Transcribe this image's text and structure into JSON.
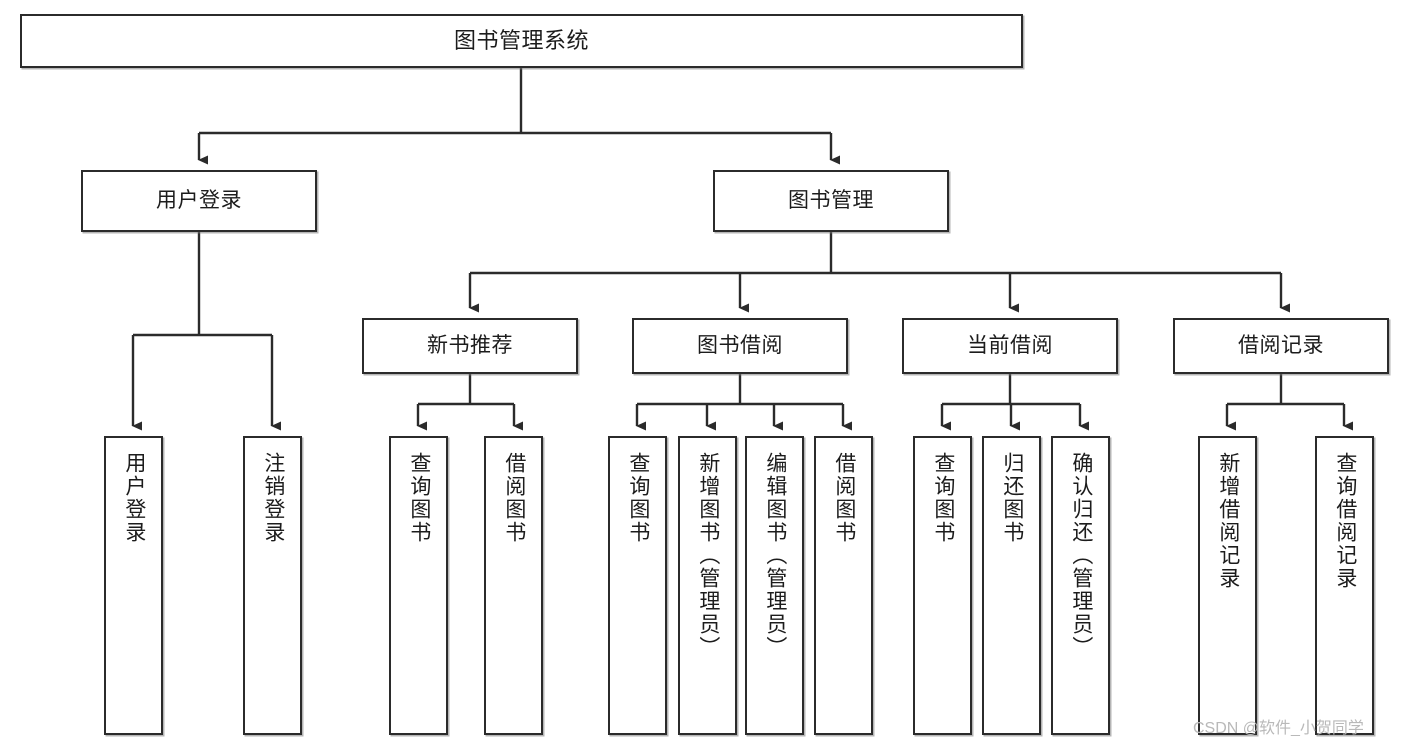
{
  "diagram": {
    "title": "图书管理系统",
    "type": "tree-hierarchy-chart",
    "root": {
      "id": "root",
      "label": "图书管理系统",
      "orientation": "horizontal"
    },
    "level2": [
      {
        "id": "user-login",
        "label": "用户登录",
        "orientation": "horizontal"
      },
      {
        "id": "book-management",
        "label": "图书管理",
        "orientation": "horizontal"
      }
    ],
    "level3": [
      {
        "id": "new-book-recommend",
        "label": "新书推荐",
        "orientation": "horizontal",
        "parent": "book-management"
      },
      {
        "id": "book-borrow",
        "label": "图书借阅",
        "orientation": "horizontal",
        "parent": "book-management"
      },
      {
        "id": "current-borrow",
        "label": "当前借阅",
        "orientation": "horizontal",
        "parent": "book-management"
      },
      {
        "id": "borrow-record",
        "label": "借阅记录",
        "orientation": "horizontal",
        "parent": "book-management"
      }
    ],
    "leaves": [
      {
        "id": "leaf-user-login",
        "label": "用户登录",
        "orientation": "vertical",
        "parent": "user-login"
      },
      {
        "id": "leaf-logout-login",
        "label": "注销登录",
        "orientation": "vertical",
        "parent": "user-login"
      },
      {
        "id": "leaf-query-book-1",
        "label": "查询图书",
        "orientation": "vertical",
        "parent": "new-book-recommend"
      },
      {
        "id": "leaf-borrow-book-1",
        "label": "借阅图书",
        "orientation": "vertical",
        "parent": "new-book-recommend"
      },
      {
        "id": "leaf-query-book-2",
        "label": "查询图书",
        "orientation": "vertical",
        "parent": "book-borrow"
      },
      {
        "id": "leaf-add-book",
        "label": "新增图书（管理员）",
        "orientation": "vertical",
        "parent": "book-borrow"
      },
      {
        "id": "leaf-edit-book",
        "label": "编辑图书（管理员）",
        "orientation": "vertical",
        "parent": "book-borrow"
      },
      {
        "id": "leaf-borrow-book-2",
        "label": "借阅图书",
        "orientation": "vertical",
        "parent": "book-borrow"
      },
      {
        "id": "leaf-query-book-3",
        "label": "查询图书",
        "orientation": "vertical",
        "parent": "current-borrow"
      },
      {
        "id": "leaf-return-book",
        "label": "归还图书",
        "orientation": "vertical",
        "parent": "current-borrow"
      },
      {
        "id": "leaf-confirm-return",
        "label": "确认归还（管理员）",
        "orientation": "vertical",
        "parent": "current-borrow"
      },
      {
        "id": "leaf-add-borrow-record",
        "label": "新增借阅记录",
        "orientation": "vertical",
        "parent": "borrow-record"
      },
      {
        "id": "leaf-query-borrow-record",
        "label": "查询借阅记录",
        "orientation": "vertical",
        "parent": "borrow-record"
      }
    ],
    "colors": {
      "stroke": "#2b2b2b",
      "fill": "#ffffff",
      "text": "#1c1c1c",
      "watermark": "#b9b9b9"
    }
  },
  "watermark": {
    "text": "CSDN @软件_小贺同学"
  }
}
